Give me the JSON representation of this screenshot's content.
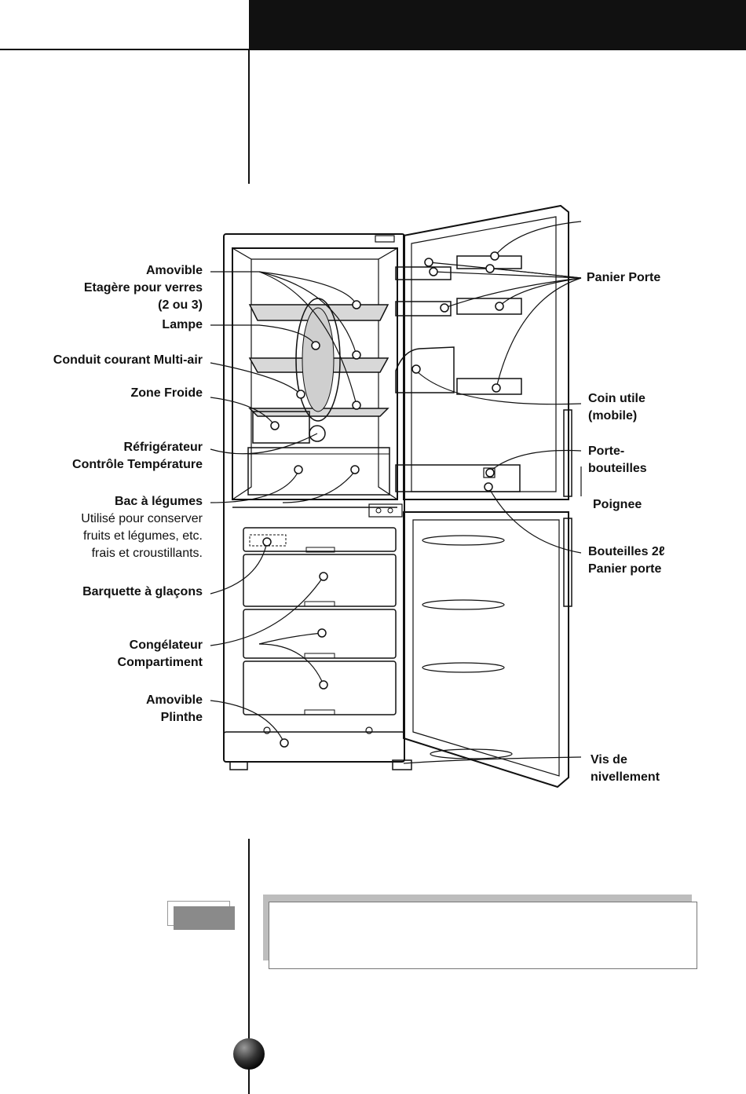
{
  "labels_left": [
    {
      "id": "amovible-etagere",
      "lines": [
        {
          "t": "Amovible",
          "b": true
        },
        {
          "t": "Etagère pour verres",
          "b": true
        },
        {
          "t": "(2 ou 3)",
          "b": true
        }
      ]
    },
    {
      "id": "lampe",
      "lines": [
        {
          "t": "Lampe",
          "b": true
        }
      ]
    },
    {
      "id": "conduit",
      "lines": [
        {
          "t": "Conduit courant Multi-air",
          "b": true
        }
      ]
    },
    {
      "id": "zone-froide",
      "lines": [
        {
          "t": "Zone Froide",
          "b": true
        }
      ]
    },
    {
      "id": "refrigerateur",
      "lines": [
        {
          "t": "Réfrigérateur",
          "b": true
        },
        {
          "t": "Contrôle Température",
          "b": true
        }
      ]
    },
    {
      "id": "bac-legumes",
      "lines": [
        {
          "t": "Bac à légumes",
          "b": true
        },
        {
          "t": "Utilisé pour conserver",
          "b": false
        },
        {
          "t": "fruits et légumes, etc.",
          "b": false
        },
        {
          "t": "frais et croustillants.",
          "b": false
        }
      ]
    },
    {
      "id": "barquette",
      "lines": [
        {
          "t": "Barquette à glaçons",
          "b": true
        }
      ]
    },
    {
      "id": "congelateur",
      "lines": [
        {
          "t": "Congélateur",
          "b": true
        },
        {
          "t": "Compartiment",
          "b": true
        }
      ]
    },
    {
      "id": "amovible-plinthe",
      "lines": [
        {
          "t": "Amovible",
          "b": true
        },
        {
          "t": "Plinthe",
          "b": true
        }
      ]
    }
  ],
  "labels_right": [
    {
      "id": "panier-porte",
      "lines": [
        {
          "t": "Panier Porte",
          "b": true
        }
      ]
    },
    {
      "id": "coin-utile",
      "lines": [
        {
          "t": "Coin utile",
          "b": true
        },
        {
          "t": "(mobile)",
          "b": true
        }
      ]
    },
    {
      "id": "porte-bouteilles",
      "lines": [
        {
          "t": "Porte-",
          "b": true
        },
        {
          "t": "bouteilles",
          "b": true
        }
      ]
    },
    {
      "id": "poignee",
      "lines": [
        {
          "t": "Poignee",
          "b": true
        }
      ]
    },
    {
      "id": "bouteilles-panier",
      "lines": [
        {
          "t": "Bouteilles 2ℓ",
          "b": true
        },
        {
          "t": "Panier porte",
          "b": true
        }
      ]
    },
    {
      "id": "vis-nivellement",
      "lines": [
        {
          "t": "Vis de",
          "b": true
        },
        {
          "t": "nivellement",
          "b": true
        }
      ]
    }
  ]
}
